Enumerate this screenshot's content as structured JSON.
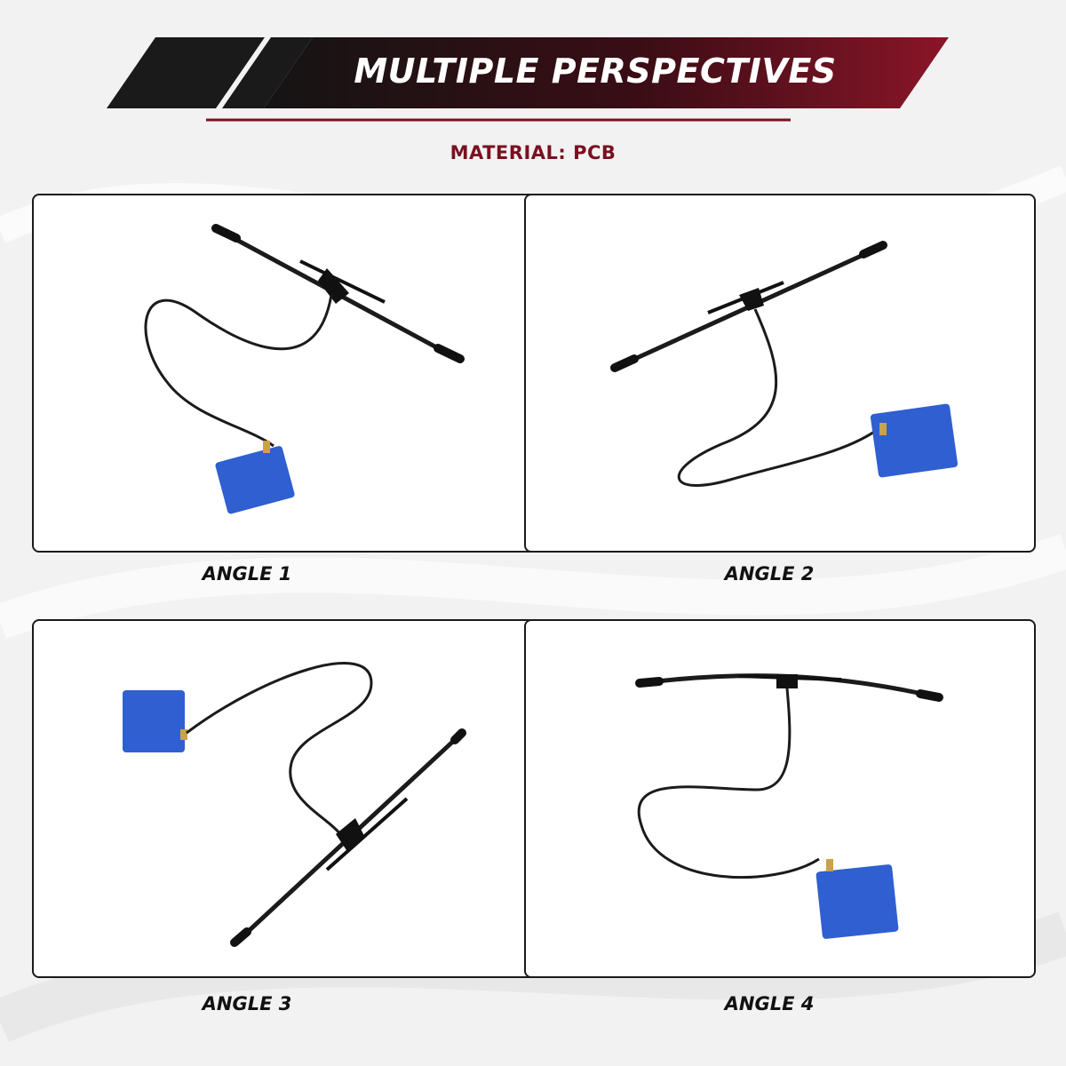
{
  "header": {
    "title": "MULTIPLE PERSPECTIVES",
    "subtitle": "MATERIAL: PCB"
  },
  "colors": {
    "banner_dark": "#1a1a1a",
    "banner_accent": "#7a1020",
    "cable": "#1b1b1b",
    "board": "#2f5fd0"
  },
  "panels": [
    {
      "caption": "ANGLE 1"
    },
    {
      "caption": "ANGLE 2"
    },
    {
      "caption": "ANGLE 3"
    },
    {
      "caption": "ANGLE 4"
    }
  ]
}
